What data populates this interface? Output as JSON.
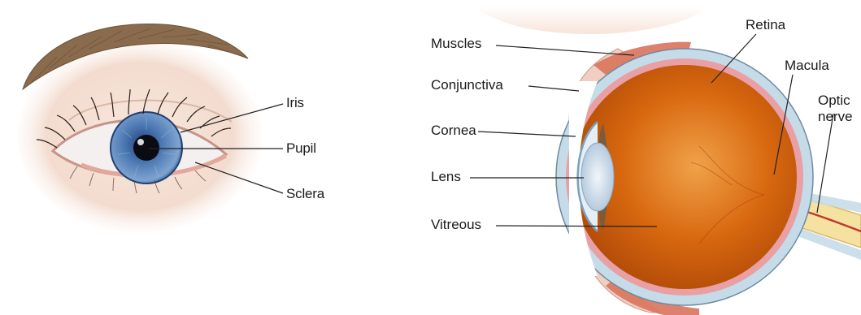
{
  "external_eye": {
    "labels": {
      "iris": "Iris",
      "pupil": "Pupil",
      "sclera": "Sclera"
    }
  },
  "eye_cross_section": {
    "labels": {
      "muscles": "Muscles",
      "conjunctiva": "Conjunctiva",
      "cornea": "Cornea",
      "lens": "Lens",
      "vitreous": "Vitreous",
      "retina": "Retina",
      "macula": "Macula",
      "optic_nerve_line1": "Optic",
      "optic_nerve_line2": "nerve"
    }
  },
  "colors": {
    "skin": "#f6e2d8",
    "iris_blue": "#4d79b3",
    "vitreous_orange": "#d8680f",
    "sclera_blue": "#c6dbe8",
    "retina_pink": "#e8a0a4",
    "nerve_yellow": "#f5e1a0"
  }
}
